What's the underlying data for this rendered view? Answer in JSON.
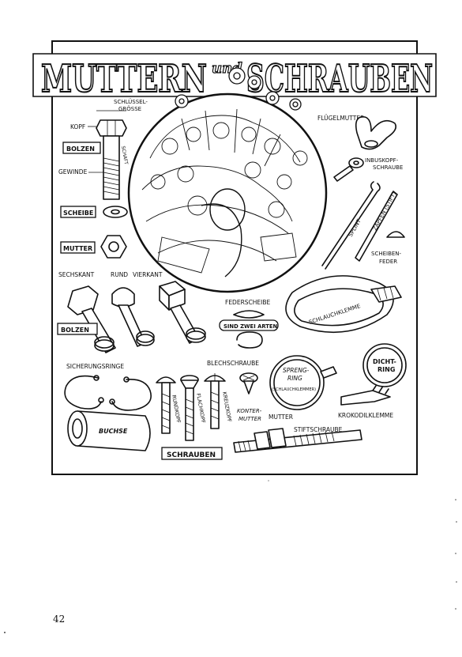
{
  "page": {
    "title": "MUTTERN",
    "title_und": "und",
    "title_right": "SCHRAUBEN",
    "page_number": "42"
  },
  "labels": {
    "schluessel": "SCHLÜSSEL-",
    "groesse": "GRÖSSE",
    "kopf": "KOPF",
    "bolzen_top": "BOLZEN",
    "schaft": "SCHAFT",
    "gewinde": "GEWINDE",
    "scheibe": "SCHEIBE",
    "mutter": "MUTTER",
    "fluegelmutter": "FLÜGELMUTTER",
    "inbuskopf_1": "INBUSKOPF-",
    "inbuskopf_2": "SCHRAUBE",
    "splint": "SPLINT",
    "zapfen": "ZAPFEN (STIFT)",
    "scheibenfeder_1": "SCHEIBEN-",
    "scheibenfeder_2": "FEDER",
    "sechskant": "SECHSKANT",
    "rund": "RUND",
    "vierkant": "VIERKANT",
    "bolzen_bottom": "BOLZEN",
    "federscheibe": "FEDERSCHEIBE",
    "sindzweiarten": "SIND ZWEI ARTEN",
    "schlauchklemme": "SCHLAUCHKLEMME",
    "sicherungsringe": "SICHERUNGSRINGE",
    "blechschraube": "BLECHSCHRAUBE",
    "sprengring_1": "SPRENG-",
    "sprengring_2": "RING",
    "sprengring_3": "(SCHLAUCHKLEMMER)",
    "dichtring_1": "DICHT-",
    "dichtring_2": "RING",
    "krokodilklemme": "KROKODILKLEMME",
    "buchse": "BUCHSE",
    "rundkopf": "RUNDKOPF",
    "flachkopf": "FLACHKOPF",
    "kreuzkopf": "KREUZKOPF",
    "kontermutter_1": "KONTER-",
    "kontermutter_2": "MUTTER",
    "mutter2": "MUTTER",
    "stiftschraube": "STIFTSCHRAUBE",
    "schrauben": "SCHRAUBEN"
  }
}
